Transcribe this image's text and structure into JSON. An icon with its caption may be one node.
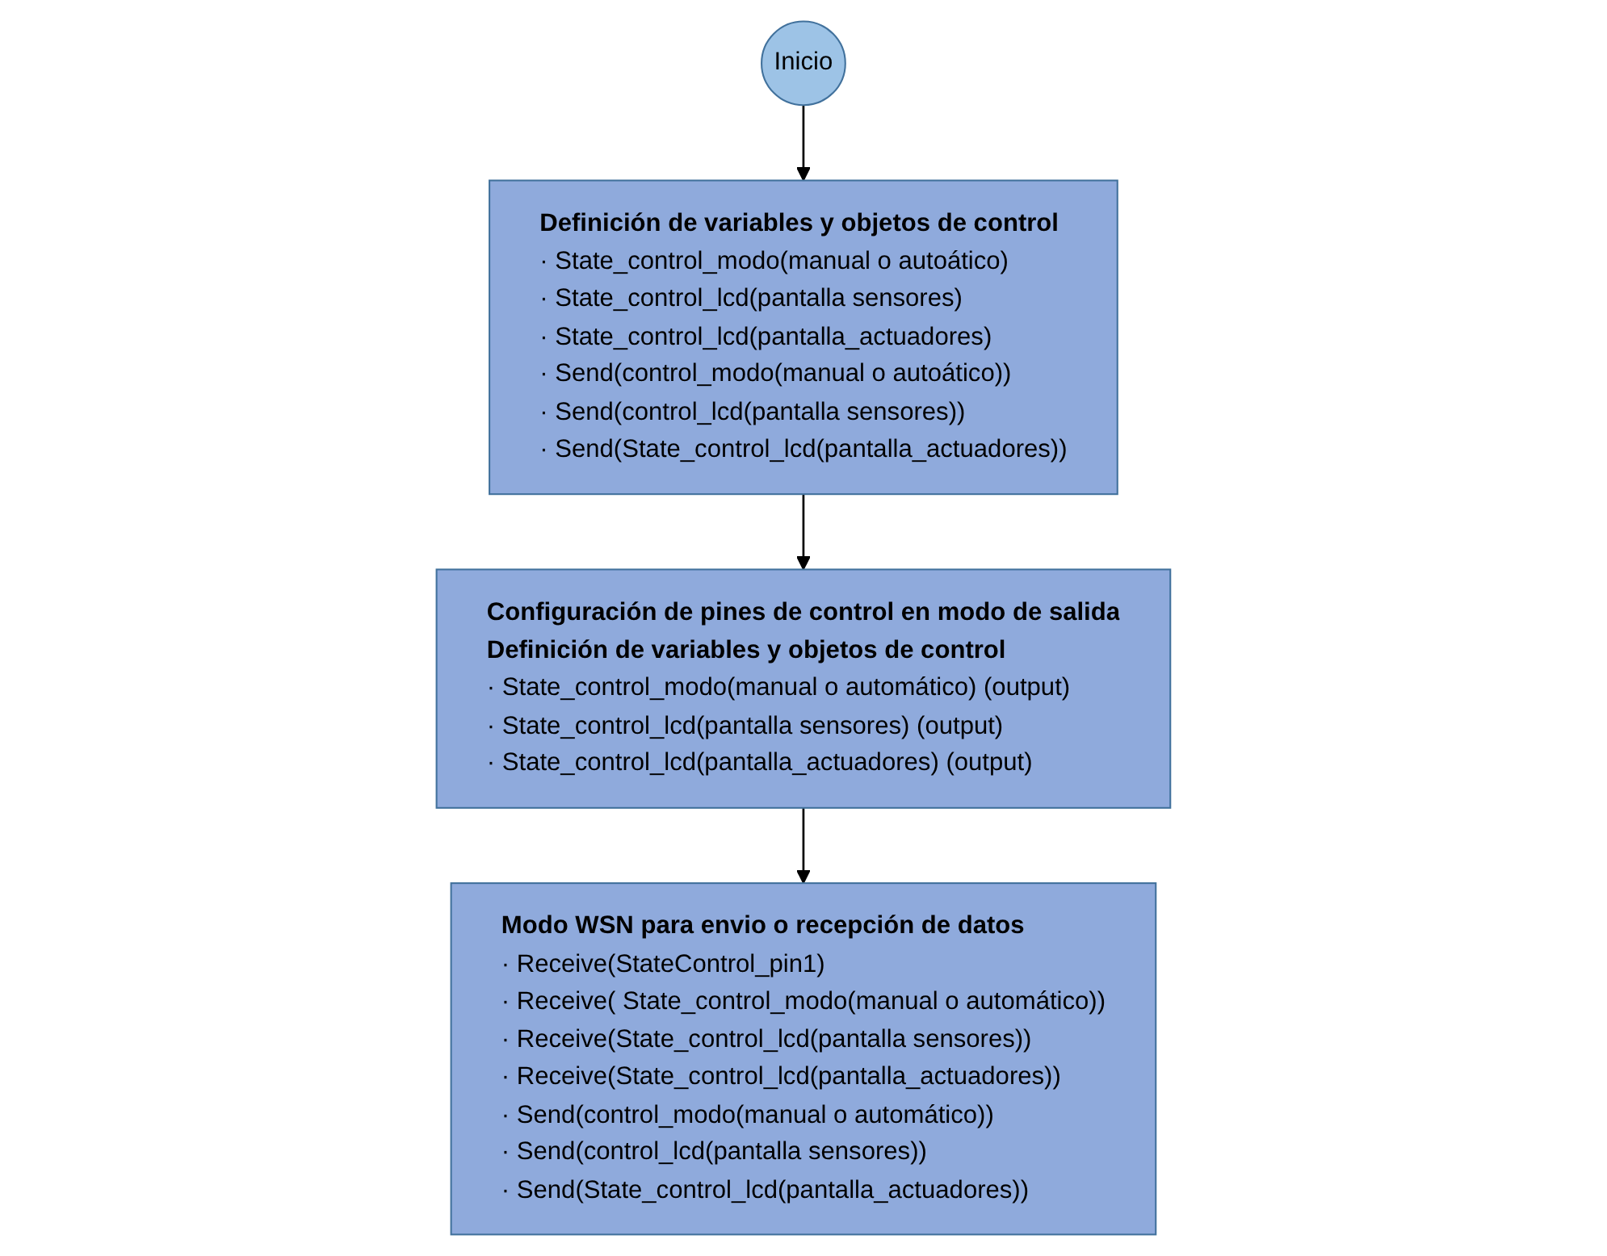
{
  "diagram": {
    "nodes": [
      {
        "text": [
          "Inicio"
        ]
      },
      {
        "text": [
          "Definición de variables y objetos de control",
          "· State_control_modo(manual o autoático)",
          "· State_control_lcd(pantalla sensores)",
          "· State_control_lcd(pantalla_actuadores)",
          "· Send(control_modo(manual o autoático))",
          "· Send(control_lcd(pantalla sensores))",
          "· Send(State_control_lcd(pantalla_actuadores))"
        ]
      },
      {
        "text": [
          "Configuración de pines de control en modo de salida",
          "Definición de variables y objetos de control",
          "· State_control_modo(manual o automático) (output)",
          "· State_control_lcd(pantalla sensores) (output)",
          "· State_control_lcd(pantalla_actuadores) (output)"
        ]
      },
      {
        "text": [
          "Modo WSN para envio o recepción de datos",
          "· Receive(StateControl_pin1)",
          "· Receive( State_control_modo(manual o automático))",
          "· Receive(State_control_lcd(pantalla sensores))",
          "· Receive(State_control_lcd(pantalla_actuadores))",
          "· Send(control_modo(manual o automático))",
          "· Send(control_lcd(pantalla sensores))",
          "· Send(State_control_lcd(pantalla_actuadores))"
        ]
      }
    ],
    "edges": [
      {
        "from": 0,
        "to": 1,
        "arrow": "to"
      },
      {
        "from": 1,
        "to": 2,
        "arrow": "to"
      },
      {
        "from": 2,
        "to": 3,
        "arrow": "to"
      }
    ]
  }
}
